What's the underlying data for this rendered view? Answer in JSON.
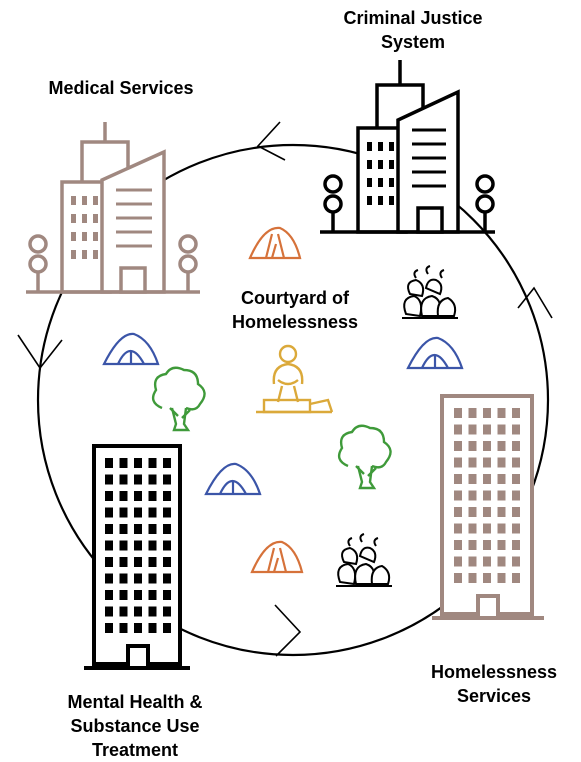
{
  "labels": {
    "criminal_justice": [
      "Criminal Justice",
      "System"
    ],
    "medical": [
      "Medical Services"
    ],
    "courtyard": [
      "Courtyard of",
      "Homelessness"
    ],
    "mental_health": [
      "Mental Health &",
      "Substance Use",
      "Treatment"
    ],
    "homelessness_services": [
      "Homelessness",
      "Services"
    ]
  },
  "colors": {
    "outline": "#000000",
    "medical_building": "#a08880",
    "homelessness_building": "#a08880",
    "tent_blue": "#3b55a8",
    "tent_orange": "#d6723a",
    "tree_green": "#3f9a3a",
    "person_gold": "#dba93a"
  }
}
